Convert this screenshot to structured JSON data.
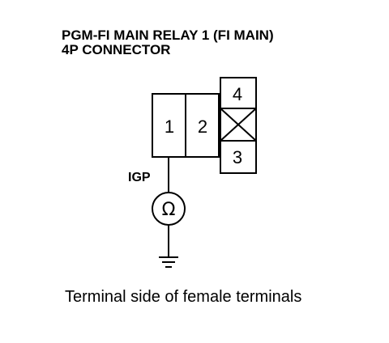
{
  "title": {
    "line1": "PGM-FI MAIN RELAY 1 (FI MAIN)",
    "line2": "4P CONNECTOR"
  },
  "connector": {
    "pins": {
      "p1": "1",
      "p2": "2",
      "p3": "3",
      "p4": "4"
    },
    "empty_cavity": "not used"
  },
  "wire_label": "IGP",
  "meter_symbol": "Ω",
  "ground_symbol": "ground-icon",
  "caption": "Terminal side of female terminals"
}
